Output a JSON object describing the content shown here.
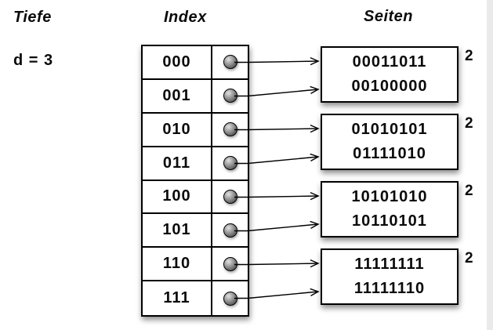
{
  "header": {
    "tiefe": "Tiefe",
    "depth_value": "d = 3",
    "index": "Index",
    "seiten": "Seiten"
  },
  "index_table": {
    "rows": [
      "000",
      "001",
      "010",
      "011",
      "100",
      "101",
      "110",
      "111"
    ]
  },
  "pages": [
    {
      "entries": [
        "00011011",
        "00100000"
      ],
      "local_depth": "2"
    },
    {
      "entries": [
        "01010101",
        "01111010"
      ],
      "local_depth": "2"
    },
    {
      "entries": [
        "10101010",
        "10110101"
      ],
      "local_depth": "2"
    },
    {
      "entries": [
        "11111111",
        "11111110"
      ],
      "local_depth": "2"
    }
  ],
  "links": [
    {
      "row": 0,
      "page": 0,
      "slot": 0
    },
    {
      "row": 1,
      "page": 0,
      "slot": 1
    },
    {
      "row": 2,
      "page": 1,
      "slot": 0
    },
    {
      "row": 3,
      "page": 1,
      "slot": 1
    },
    {
      "row": 4,
      "page": 2,
      "slot": 0
    },
    {
      "row": 5,
      "page": 2,
      "slot": 1
    },
    {
      "row": 6,
      "page": 3,
      "slot": 0
    },
    {
      "row": 7,
      "page": 3,
      "slot": 1
    }
  ],
  "colors": {
    "line": "#000000",
    "background": "#ffffff",
    "box_background": "#ffffff",
    "pointer_dot": "#9a9a9a",
    "edge_strip": "#eaeaea"
  }
}
